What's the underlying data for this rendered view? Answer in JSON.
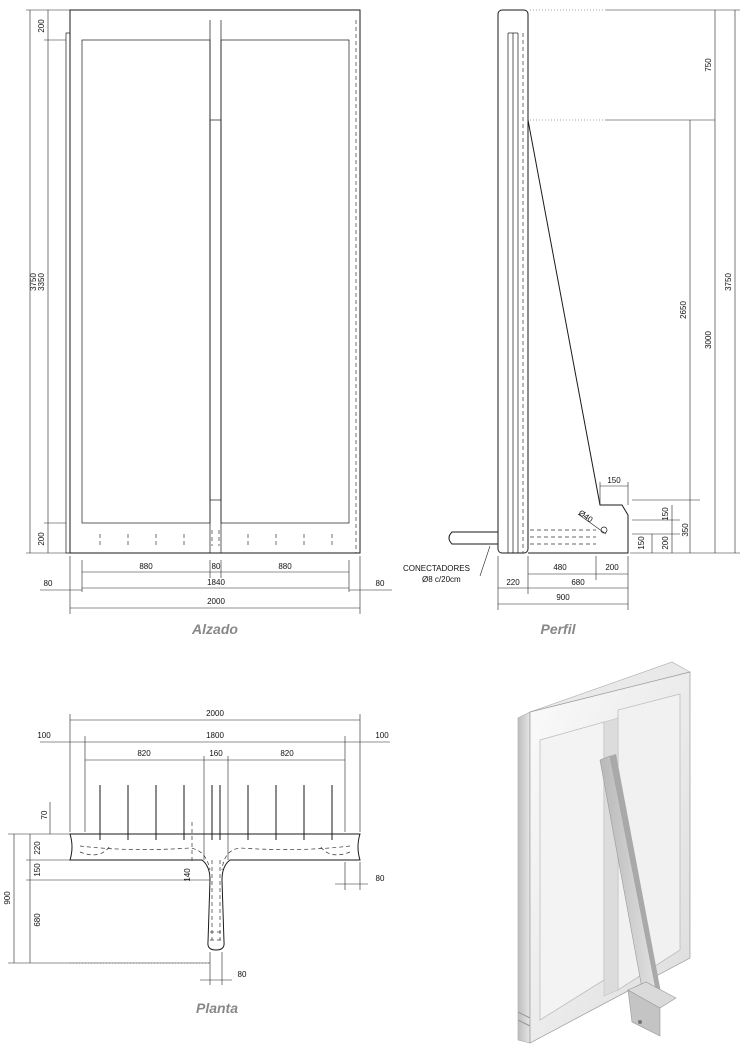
{
  "colors": {
    "line": "#1a1a1a",
    "caption": "#888888",
    "panel_light": "#f2f2f2",
    "panel_shade": "#c9c9c9"
  },
  "captions": {
    "alzado": "Alzado",
    "perfil": "Perfil",
    "planta": "Planta"
  },
  "alzado": {
    "height_total": "3750",
    "height_top": "200",
    "height_mid": "3350",
    "height_bottom": "200",
    "w_left_panel": "880",
    "w_center": "80",
    "w_right_panel": "880",
    "w_inner": "1840",
    "w_total": "2000",
    "w_side_left": "80",
    "w_side_right": "80"
  },
  "perfil": {
    "h_750": "750",
    "h_3750": "3750",
    "h_2650": "2650",
    "h_3000": "3000",
    "h_150_top": "150",
    "h_150_side": "150",
    "h_350": "350",
    "h_200": "200",
    "h_150_low": "150",
    "diam": "Ø40",
    "connectors_line1": "CONECTADORES",
    "connectors_line2": "Ø8 c/20cm",
    "w_220": "220",
    "w_480": "480",
    "w_200": "200",
    "w_680": "680",
    "w_900": "900"
  },
  "planta": {
    "w_total": "2000",
    "w_side_left": "100",
    "w_inner": "1800",
    "w_side_right": "100",
    "w_left": "820",
    "w_center": "160",
    "w_right": "820",
    "h_70": "70",
    "h_220": "220",
    "h_150": "150",
    "h_900": "900",
    "h_680": "680",
    "h_140": "140",
    "w_80_right": "80",
    "w_80_bottom": "80"
  }
}
